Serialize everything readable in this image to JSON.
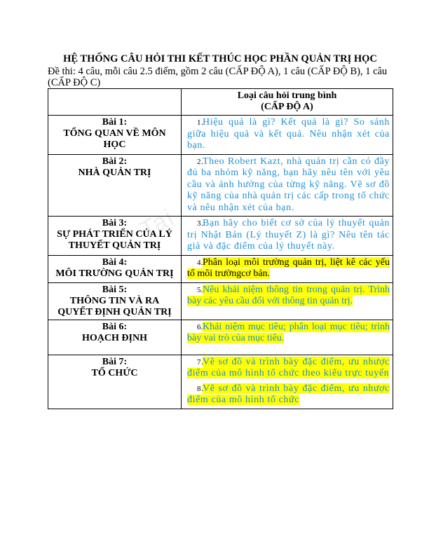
{
  "doc": {
    "title": "HỆ THỐNG CÂU HỎI THI KẾT THÚC HỌC PHẦN QUẢN TRỊ HỌC",
    "intro": "Đề thi: 4 câu, mỗi câu 2.5 điểm, gồm 2 câu (CẤP ĐỘ A), 1 câu (CẤP ĐỘ B), 1 câu (CẤP ĐỘ C)",
    "watermark": "Tai"
  },
  "table": {
    "header_left": "",
    "header_right": "Loại câu hỏi trung bình",
    "header_right_sub": "(CẤP ĐỘ A)",
    "rows": [
      {
        "lesson": "Bài 1:",
        "topic": "TỔNG QUAN VỀ MÔN HỌC",
        "questions": [
          {
            "num": "1.",
            "text": "Hiệu quả là gì? Kết quả là gì? So sánh giữa hiệu quả và kết quả. Nêu nhận xét của bạn."
          }
        ]
      },
      {
        "lesson": "Bài 2:",
        "topic": "NHÀ QUẢN TRỊ",
        "questions": [
          {
            "num": "2.",
            "text": "Theo Robert Kazt, nhà quản trị cần có đầy đủ ba nhóm kỹ năng, bạn hãy nêu tên với yêu cầu và ảnh hưởng của từng kỹ năng. Vẽ sơ đồ kỹ năng của nhà quản trị các cấp trong tổ chức và nêu nhận xét của bạn."
          }
        ]
      },
      {
        "lesson": "Bài 3:",
        "topic": "SỰ PHÁT TRIỂN CỦA LÝ THUYẾT QUẢN TRỊ",
        "questions": [
          {
            "num": "3.",
            "text": "Bạn hãy cho biết cơ sở của lý thuyết quản trị Nhật Bản (Lý thuyết Z) là gì? Nêu tên tác giả và đặc điểm của lý thuyết này."
          }
        ]
      },
      {
        "lesson": "Bài 4:",
        "topic": "MÔI TRƯỜNG QUẢN TRỊ",
        "questions": [
          {
            "num": "4.",
            "text": "Phân loại môi trường quản trị, liệt kê các yếu tố môi trườngcơ bản."
          }
        ]
      },
      {
        "lesson": "Bài 5:",
        "topic": "THÔNG TIN VÀ RA QUYẾT ĐỊNH QUẢN TRỊ",
        "questions": [
          {
            "num": "5.",
            "text": "Nêu khái niệm thông tin trong quản trị. Trình bày các yêu cầu đối với thông tin quản trị."
          }
        ]
      },
      {
        "lesson": "Bài 6:",
        "topic": "HOẠCH ĐỊNH",
        "questions": [
          {
            "num": "6.",
            "text": "Khái niệm mục tiêu; phân loại mục tiêu; trình bày vai trò của mục tiêu."
          }
        ]
      },
      {
        "lesson": "Bài 7:",
        "topic": "TỔ CHỨC",
        "questions": [
          {
            "num": "7.",
            "text": "Vẽ sơ đồ và trình bày đặc điểm, ưu nhược điểm của mô hình tổ chức theo kiểu trực tuyến"
          },
          {
            "num": "8.",
            "text": "Vẽ sơ đồ và trình bày đặc điểm, ưu nhược điểm của mô hình tổ chức"
          }
        ]
      }
    ]
  },
  "colors": {
    "question_text": "#1f8fd6",
    "highlight": "#ffff00"
  }
}
